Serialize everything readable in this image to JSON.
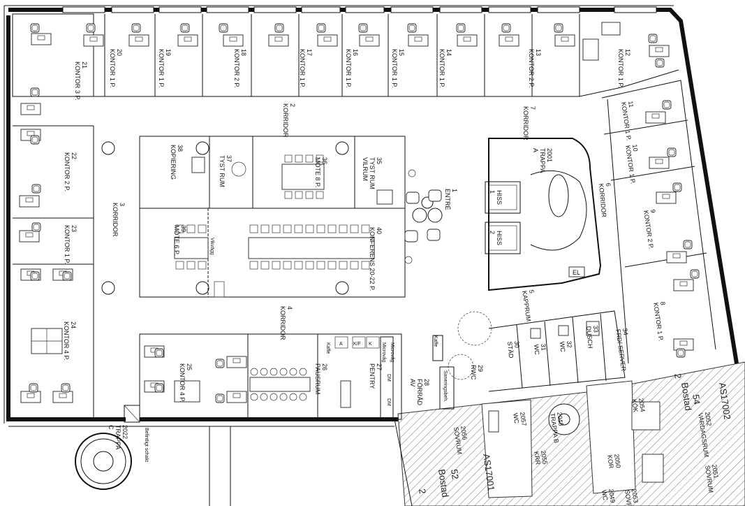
{
  "rooms": {
    "r21": {
      "num": "21",
      "name": "KONTOR 3 P."
    },
    "r20": {
      "num": "20",
      "name": "KONTOR 1 P."
    },
    "r19": {
      "num": "19",
      "name": "KONTOR 1 P."
    },
    "r18": {
      "num": "18",
      "name": "KONTOR 2 P."
    },
    "r17": {
      "num": "17",
      "name": "KONTOR 1 P."
    },
    "r16": {
      "num": "16",
      "name": "KONTOR 1 P."
    },
    "r15": {
      "num": "15",
      "name": "KONTOR 1 P."
    },
    "r14": {
      "num": "14",
      "name": "KONTOR 1 P."
    },
    "r13": {
      "num": "13",
      "name": "KONTOR 2 P."
    },
    "r12": {
      "num": "12",
      "name": "KONTOR 1 P."
    },
    "r11": {
      "num": "11",
      "name": "KONTOR 1 P."
    },
    "r10": {
      "num": "10",
      "name": "KONTOR 1 P."
    },
    "r9": {
      "num": "9",
      "name": "KONTOR 2 P."
    },
    "r8": {
      "num": "8",
      "name": "KONTOR 1 P."
    },
    "r22": {
      "num": "22",
      "name": "KONTOR 2 P."
    },
    "r23": {
      "num": "23",
      "name": "KONTOR 1 P."
    },
    "r24": {
      "num": "24",
      "name": "KONTOR 4 P."
    },
    "r25": {
      "num": "25",
      "name": "KONTOR 4 P."
    },
    "r26": {
      "num": "26",
      "name": "PAUSRUM"
    },
    "r27": {
      "num": "27",
      "name": "PENTRY"
    },
    "r28": {
      "num": "28",
      "name": "FÖRRÅD",
      "name2": "AV"
    },
    "r29": {
      "num": "29",
      "name": "RWC"
    },
    "r30": {
      "num": "30",
      "name": "STÄD"
    },
    "r31": {
      "num": "31",
      "name": "WC"
    },
    "r32": {
      "num": "32",
      "name": "WC"
    },
    "r33": {
      "num": "33",
      "name": "DUSCH"
    },
    "r34": {
      "num": "34",
      "name": "FRD/ SERVER"
    },
    "r35": {
      "num": "35",
      "name": "TYST RUM",
      "name2": "VILRUM"
    },
    "r36": {
      "num": "36",
      "name": "MÖTE 8 P."
    },
    "r37": {
      "num": "37",
      "name": "TYST RUM"
    },
    "r38": {
      "num": "38",
      "name": "KOPIERING"
    },
    "r39": {
      "num": "39",
      "name": "MÖTE 6 P."
    },
    "r40": {
      "num": "40",
      "name": "KONFERENS 20-22 P."
    },
    "r1": {
      "num": "1",
      "name": "ENTRÉ"
    },
    "r2": {
      "num": "2",
      "name": "KORRIDOR"
    },
    "r3": {
      "num": "3",
      "name": "KORRIDOR"
    },
    "r4": {
      "num": "4",
      "name": "KORRIDOR"
    },
    "r5": {
      "num": "5",
      "name": "KAPPRUM"
    },
    "r6": {
      "num": "6",
      "name": "KORRIDOR"
    },
    "r7": {
      "num": "7",
      "name": "KORRIDOR"
    },
    "stair2001": {
      "num": "2001",
      "name": "TRAPPA",
      "name2": "A"
    },
    "stair2022": {
      "num": "2022",
      "name": "TRAPPA",
      "name2": "C"
    },
    "hiss1": {
      "name": "HISS",
      "num": "1"
    },
    "hiss2": {
      "name": "HISS",
      "num": "2"
    }
  },
  "misc": {
    "vikvagg": "Vikvägg",
    "el": "EL",
    "kaffe": "Kaffe",
    "kaffe2": "Kaffe",
    "sanering": "Saneringsbeh.",
    "microvag": "Microvåg",
    "dm": "DM",
    "kf": "K/F",
    "a": "A",
    "k": "K",
    "befintligt": "Befintligt schakt"
  },
  "neighbor": {
    "as2": "AS17002",
    "bostad54": "Bostad",
    "n54": "54",
    "n2a": "2",
    "r2052": {
      "num": "2052",
      "name": "VARDAGSRUM"
    },
    "r2051": {
      "num": "2051",
      "name": "SOVRUM"
    },
    "r2054": {
      "num": "2054",
      "name": "KÖK"
    },
    "r2050": {
      "num": "2050",
      "name": "KOR"
    },
    "r2053": {
      "num": "2053",
      "name": "SOVRUM"
    },
    "r2056": {
      "num": "2056",
      "name": "SOVRUM"
    },
    "r2057": {
      "num": "2057",
      "name": "WC"
    },
    "r2048": {
      "num": "2048",
      "name": "TRAPPA B"
    },
    "r2055": {
      "num": "2055",
      "name": "KRR"
    },
    "r2049": {
      "num": "2049",
      "name": "WC"
    },
    "as1": "AS17001",
    "bostad52": "Bostad",
    "n52": "52",
    "n2b": "2"
  }
}
